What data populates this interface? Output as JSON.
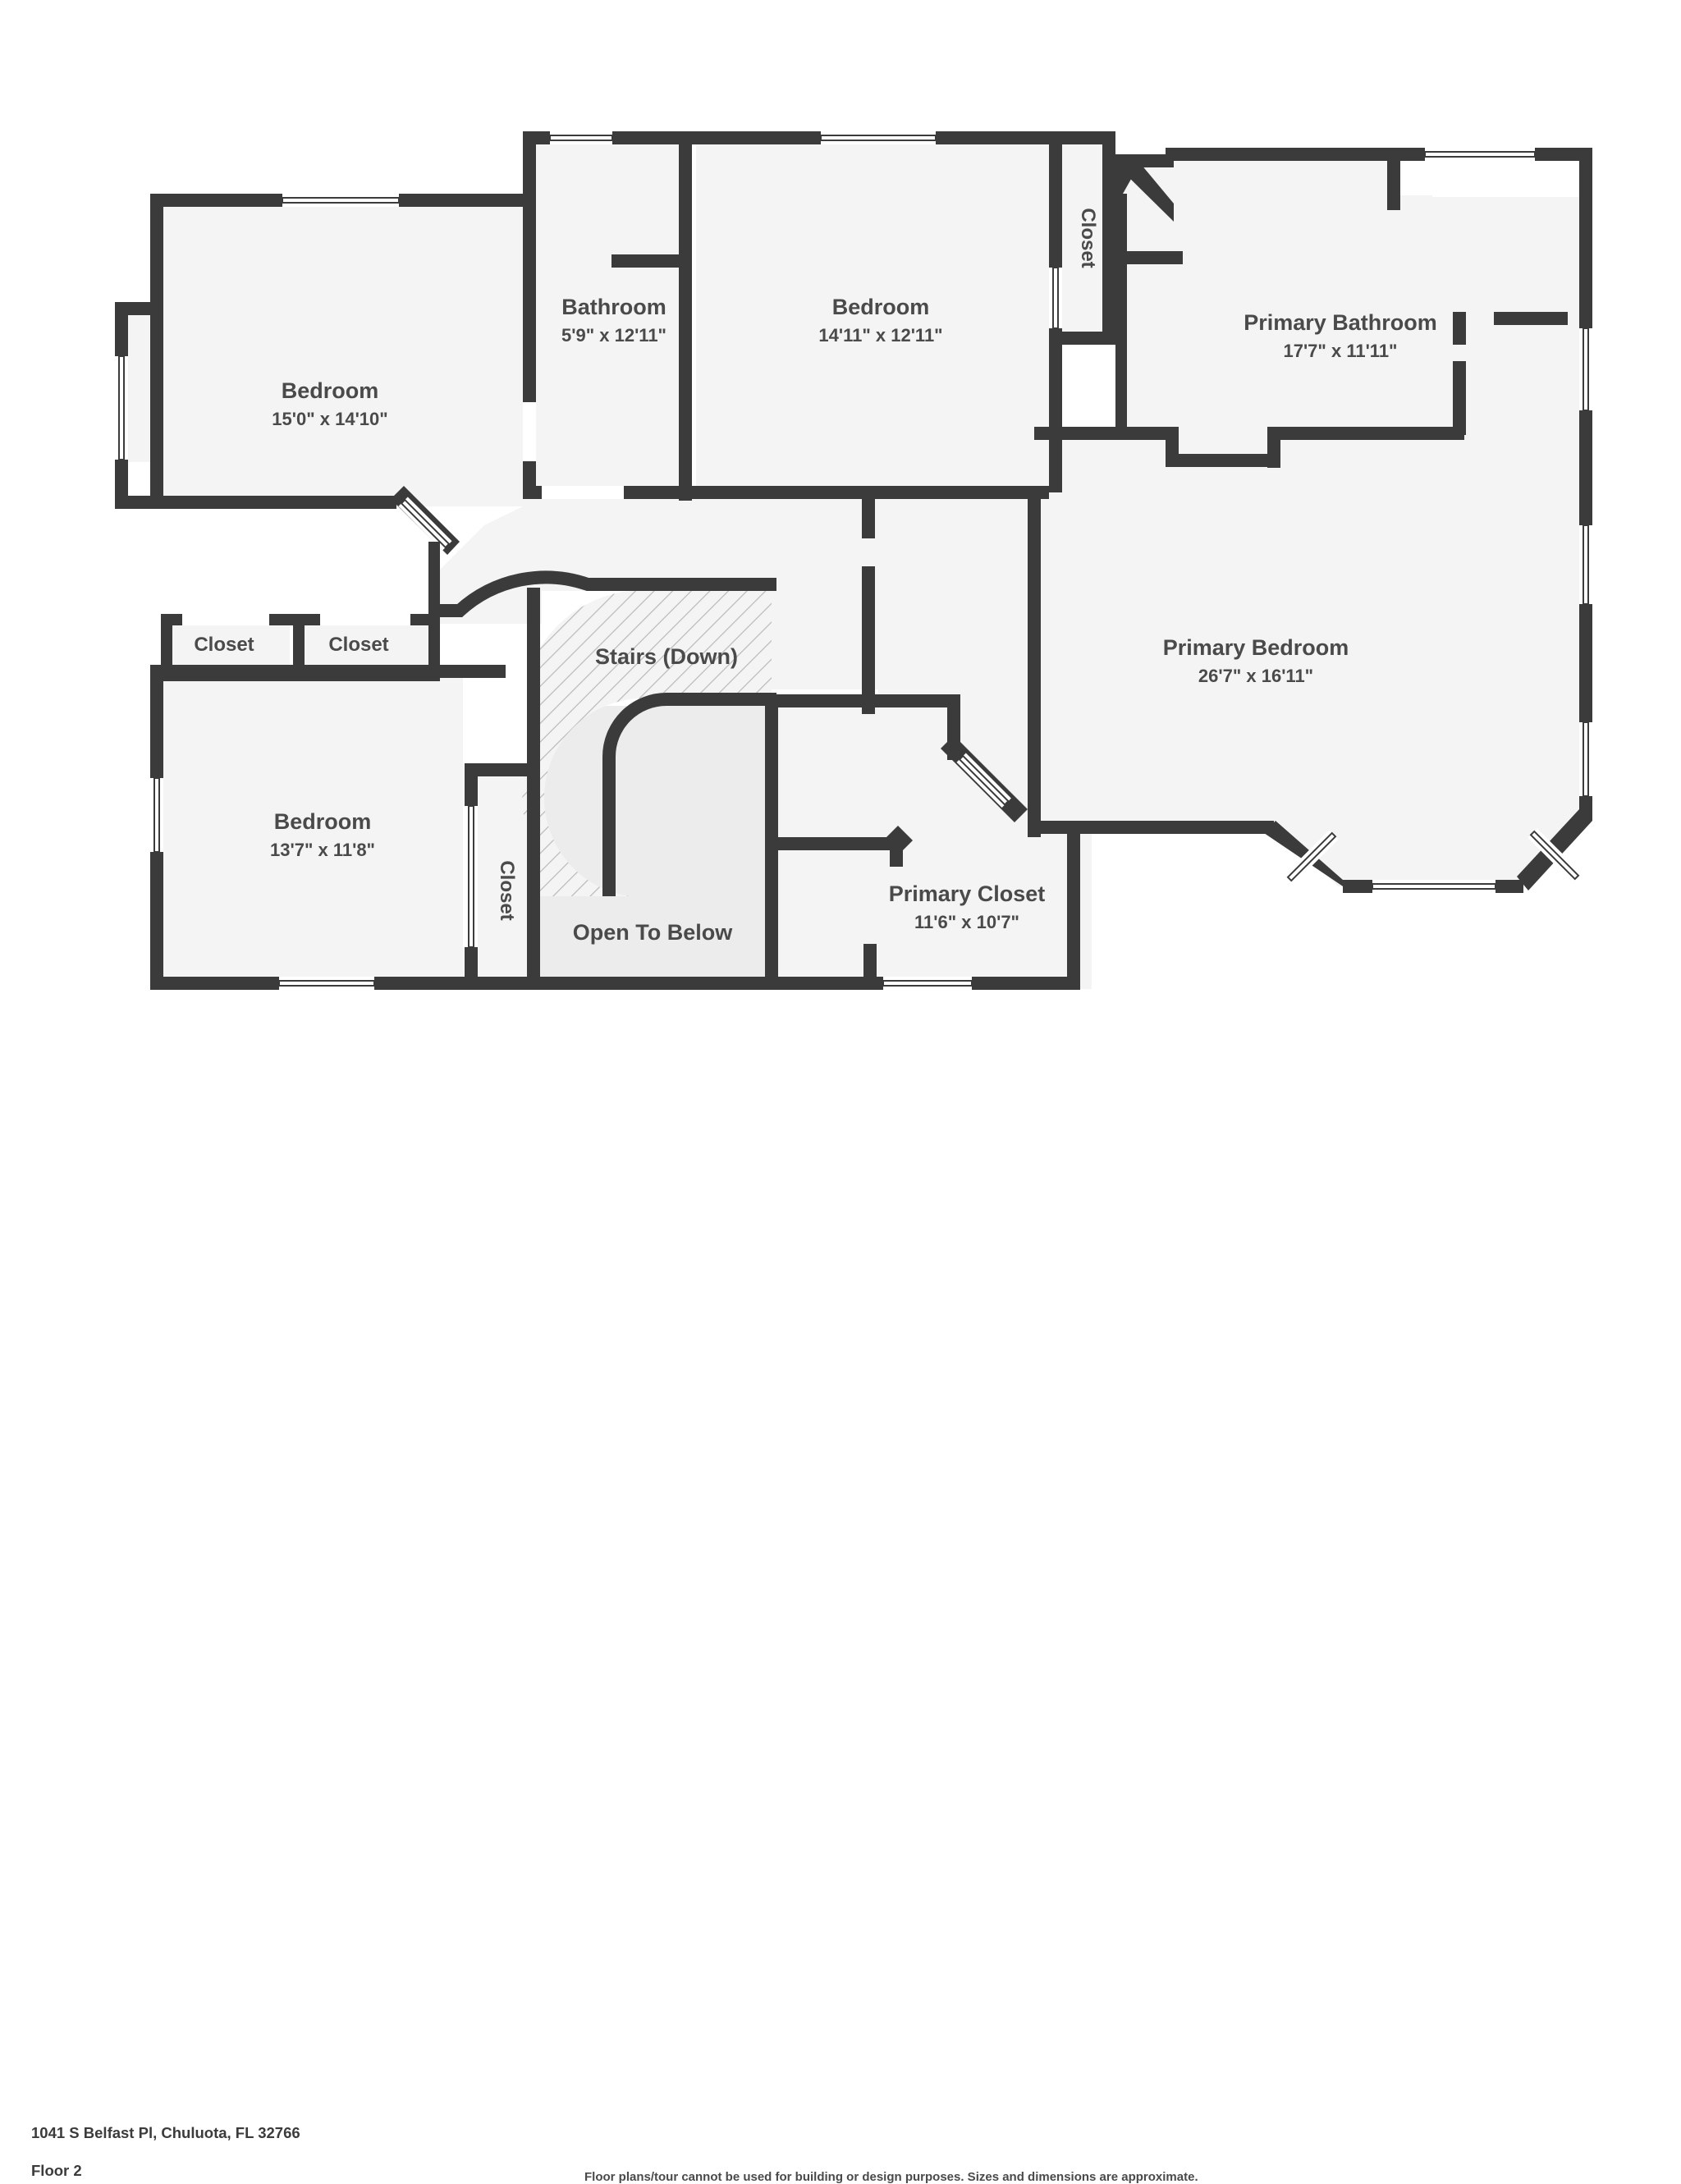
{
  "document": {
    "address": "1041 S Belfast Pl, Chuluota, FL 32766",
    "floor": "Floor 2",
    "disclaimer": "Floor plans/tour cannot be used for building or design purposes. Sizes and dimensions are approximate."
  },
  "colors": {
    "wall": "#3b3b3b",
    "room_fill": "#f4f4f4",
    "open_below_fill": "#ececec",
    "stairs_fill": "#f4f4f4",
    "hatch_stroke": "#b9b9b9",
    "text": "#4a4a4a",
    "background": "#ffffff",
    "window_fill": "#ffffff"
  },
  "rooms": [
    {
      "id": "bedroom-nw",
      "name": "Bedroom",
      "dimensions": "15'0\" x 14'10\""
    },
    {
      "id": "bathroom",
      "name": "Bathroom",
      "dimensions": "5'9\" x 12'11\""
    },
    {
      "id": "bedroom-n",
      "name": "Bedroom",
      "dimensions": "14'11\" x 12'11\""
    },
    {
      "id": "primary-bathroom",
      "name": "Primary Bathroom",
      "dimensions": "17'7\" x 11'11\""
    },
    {
      "id": "primary-bedroom",
      "name": "Primary Bedroom",
      "dimensions": "26'7\" x 16'11\""
    },
    {
      "id": "bedroom-sw",
      "name": "Bedroom",
      "dimensions": "13'7\" x 11'8\""
    },
    {
      "id": "primary-closet",
      "name": "Primary Closet",
      "dimensions": "11'6\" x 10'7\""
    }
  ],
  "area_labels": [
    {
      "id": "closet-bedroom-n",
      "text": "Closet",
      "orientation": "vertical"
    },
    {
      "id": "closet-west-1",
      "text": "Closet",
      "orientation": "horizontal"
    },
    {
      "id": "closet-west-2",
      "text": "Closet",
      "orientation": "horizontal"
    },
    {
      "id": "closet-bedroom-sw",
      "text": "Closet",
      "orientation": "vertical"
    },
    {
      "id": "stairs",
      "text": "Stairs (Down)",
      "orientation": "horizontal"
    },
    {
      "id": "open-to-below",
      "text": "Open To Below",
      "orientation": "horizontal"
    }
  ]
}
